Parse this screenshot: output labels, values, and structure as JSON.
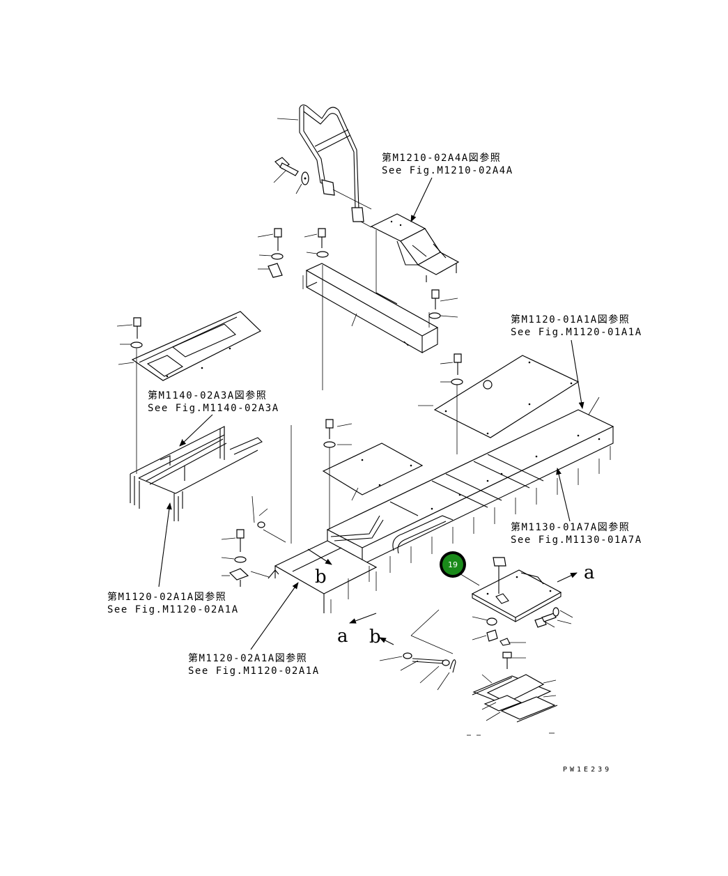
{
  "references": [
    {
      "id": "m1210",
      "jp": "第M1210-02A4A図参照",
      "en": "See Fig.M1210-02A4A"
    },
    {
      "id": "m1120_01",
      "jp": "第M1120-01A1A図参照",
      "en": "See Fig.M1120-01A1A"
    },
    {
      "id": "m1140",
      "jp": "第M1140-02A3A図参照",
      "en": "See Fig.M1140-02A3A"
    },
    {
      "id": "m1130",
      "jp": "第M1130-01A7A図参照",
      "en": "See Fig.M1130-01A7A"
    },
    {
      "id": "m1120_02_left",
      "jp": "第M1120-02A1A図参照",
      "en": "See Fig.M1120-02A1A"
    },
    {
      "id": "m1120_02_bottom",
      "jp": "第M1120-02A1A図参照",
      "en": "See Fig.M1120-02A1A"
    }
  ],
  "connectors": {
    "a_right": "a",
    "a_left": "a",
    "b_center": "b",
    "b_lower": "b"
  },
  "callout": {
    "number": "19",
    "color": "#1a8a1a",
    "ring_color": "#000000"
  },
  "drawing_code": "PW1E239",
  "icons": {
    "callout": "numbered-circle-marker",
    "arrows": "leader-arrow"
  }
}
